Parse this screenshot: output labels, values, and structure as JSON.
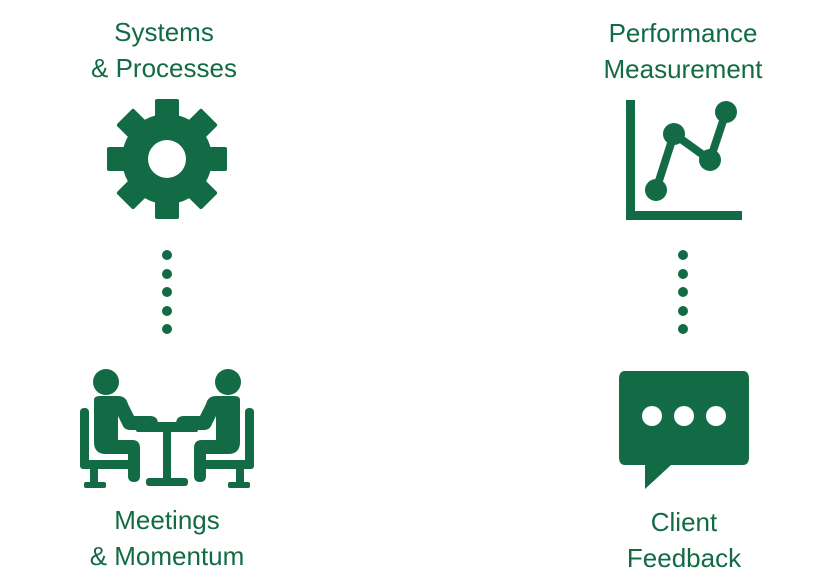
{
  "accent": "#126b45",
  "quadrants": {
    "systems": {
      "line1": "Systems",
      "line2": "& Processes",
      "icon": "gear-icon"
    },
    "performance": {
      "line1": "Performance",
      "line2": "Measurement",
      "icon": "line-chart-icon"
    },
    "meetings": {
      "line1": "Meetings",
      "line2": "& Momentum",
      "icon": "meeting-table-icon"
    },
    "feedback": {
      "line1": "Client",
      "line2": "Feedback",
      "icon": "chat-bubble-icon"
    }
  }
}
